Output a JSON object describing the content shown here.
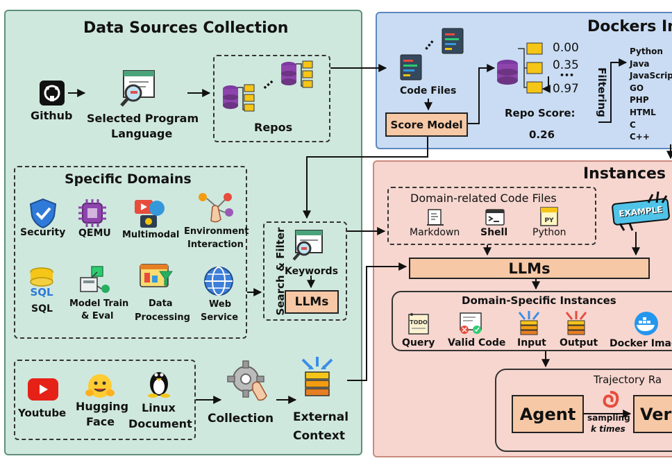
{
  "data_sources": {
    "title": "Data Sources Collection",
    "github": "Github",
    "selected_language": [
      "Selected Program",
      "Language"
    ],
    "repos": "Repos",
    "specific_domains": {
      "title": "Specific Domains",
      "items": [
        "Security",
        "QEMU",
        "Multimodal",
        "Environment",
        "Interaction",
        "SQL",
        "Model Train",
        "& Eval",
        "Data",
        "Processing",
        "Web",
        "Service"
      ]
    },
    "search_filter": {
      "title": "Search & Filter",
      "keywords": "Keywords",
      "llms": "LLMs"
    },
    "external": {
      "youtube": "Youtube",
      "hugging_face": [
        "Hugging",
        "Face"
      ],
      "linux_document": [
        "Linux",
        "Document"
      ],
      "collection": "Collection",
      "external_context": [
        "External",
        "Context"
      ]
    }
  },
  "dockers": {
    "title": "Dockers In",
    "code_files": "Code Files",
    "score_model": "Score Model",
    "scores": [
      "0.00",
      "0.35",
      "•••",
      "0.97"
    ],
    "repo_score": "Repo Score:",
    "repo_score_value": "0.26",
    "filtering": "Filtering",
    "languages": [
      "Python",
      "Java",
      "JavaScrip",
      "GO",
      "PHP",
      "HTML",
      "C",
      "C++"
    ]
  },
  "instances": {
    "title": "Instances",
    "domain_related": {
      "title": "Domain-related Code Files",
      "markdown": "Markdown",
      "shell": "Shell",
      "python": "Python",
      "py_tag": "PY"
    },
    "example": "EXAMPLE",
    "llms": "LLMs",
    "domain_specific": {
      "title": "Domain-Specific Instances",
      "query": "Query",
      "todo": "TODO",
      "valid_code": "Valid Code",
      "input": "Input",
      "output": "Output",
      "docker_image": "Docker Imag"
    },
    "trajectory": {
      "title": "Trajectory Ra",
      "agent": "Agent",
      "sampling": "sampling",
      "k_times": "k times",
      "verifier": "Veri"
    }
  },
  "colors": {
    "green_panel": "#cfe8de",
    "blue_panel": "#c9dcf3",
    "pink_panel": "#f6d6cf",
    "orange_box": "#f6c8a6"
  }
}
